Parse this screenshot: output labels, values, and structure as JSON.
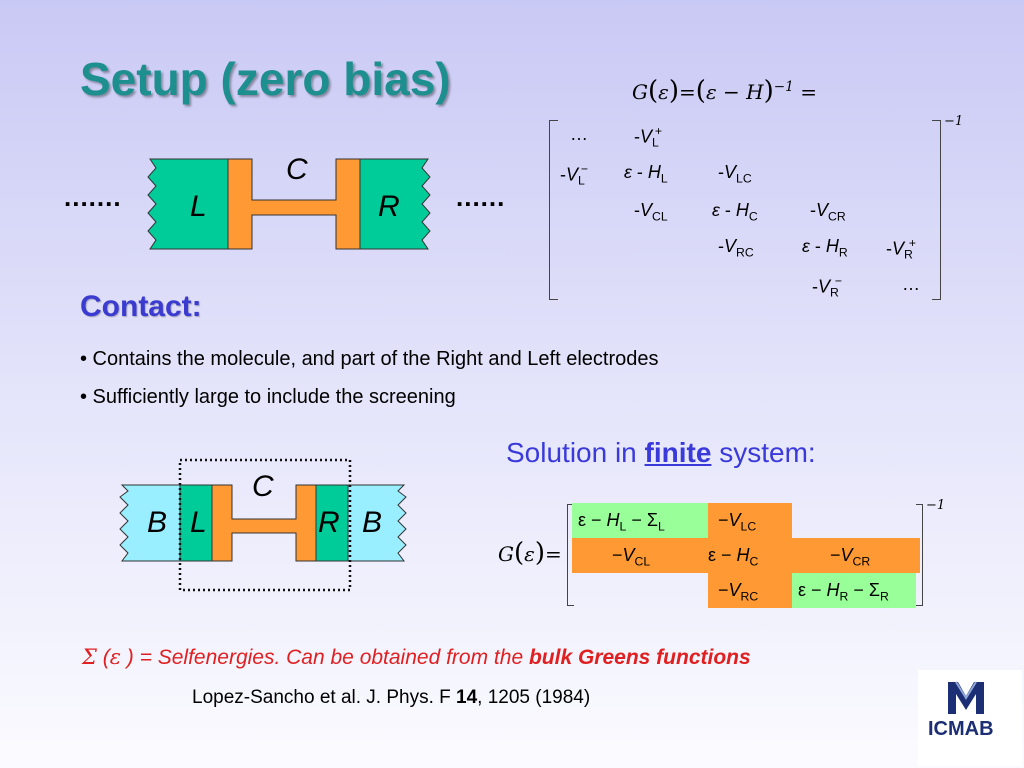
{
  "title": "Setup (zero bias)",
  "eq_top": {
    "lhs": "G",
    "eps": "ε",
    "H": "H",
    "exp": "−1",
    "equals": "="
  },
  "matrix1": {
    "exponent": "−1",
    "rows": [
      [
        "…",
        "-V_L^+",
        "",
        "",
        ""
      ],
      [
        "-V_L^−",
        "ε - H_L",
        "-V_LC",
        "",
        ""
      ],
      [
        "",
        "-V_CL",
        "ε - H_C",
        "-V_CR",
        ""
      ],
      [
        "",
        "",
        "-V_RC",
        "ε - H_R",
        "-V_R^+"
      ],
      [
        "",
        "",
        "",
        "-V_R^−",
        "…"
      ]
    ]
  },
  "diagram1": {
    "dots_left": ".......",
    "dots_right": "......",
    "label_L": "L",
    "label_C": "C",
    "label_R": "R",
    "colors": {
      "lead": "#00cc99",
      "center": "#ff9933"
    }
  },
  "contact": {
    "heading": "Contact:",
    "bullets": [
      "• Contains the molecule, and part of the Right and Left electrodes",
      "• Sufficiently large to include the screening"
    ]
  },
  "solution": {
    "before": "Solution in ",
    "emph": "finite",
    "after": " system:"
  },
  "diagram2": {
    "label_B_left": "B",
    "label_L": "L",
    "label_C": "C",
    "label_R": "R",
    "label_B_right": "B",
    "colors": {
      "bulk": "#99eeff",
      "lead": "#00cc99",
      "center": "#ff9933"
    }
  },
  "matrix2": {
    "lhs": "G",
    "eps": "ε",
    "equals": "=",
    "exponent": "−1",
    "colors": {
      "green": "#99ff99",
      "orange": "#ff9933"
    }
  },
  "sigma_line": {
    "sigma": "Σ",
    "eps": "ε",
    "text": " ) =  Selfenergies.  Can be obtained from the ",
    "bulk": "bulk Greens functions"
  },
  "reference": {
    "before": "Lopez-Sancho et al. J. Phys. F ",
    "volume": "14",
    "after": ", 1205 (1984)"
  },
  "logo": {
    "text": "ICMAB",
    "color": "#1d2f74"
  }
}
